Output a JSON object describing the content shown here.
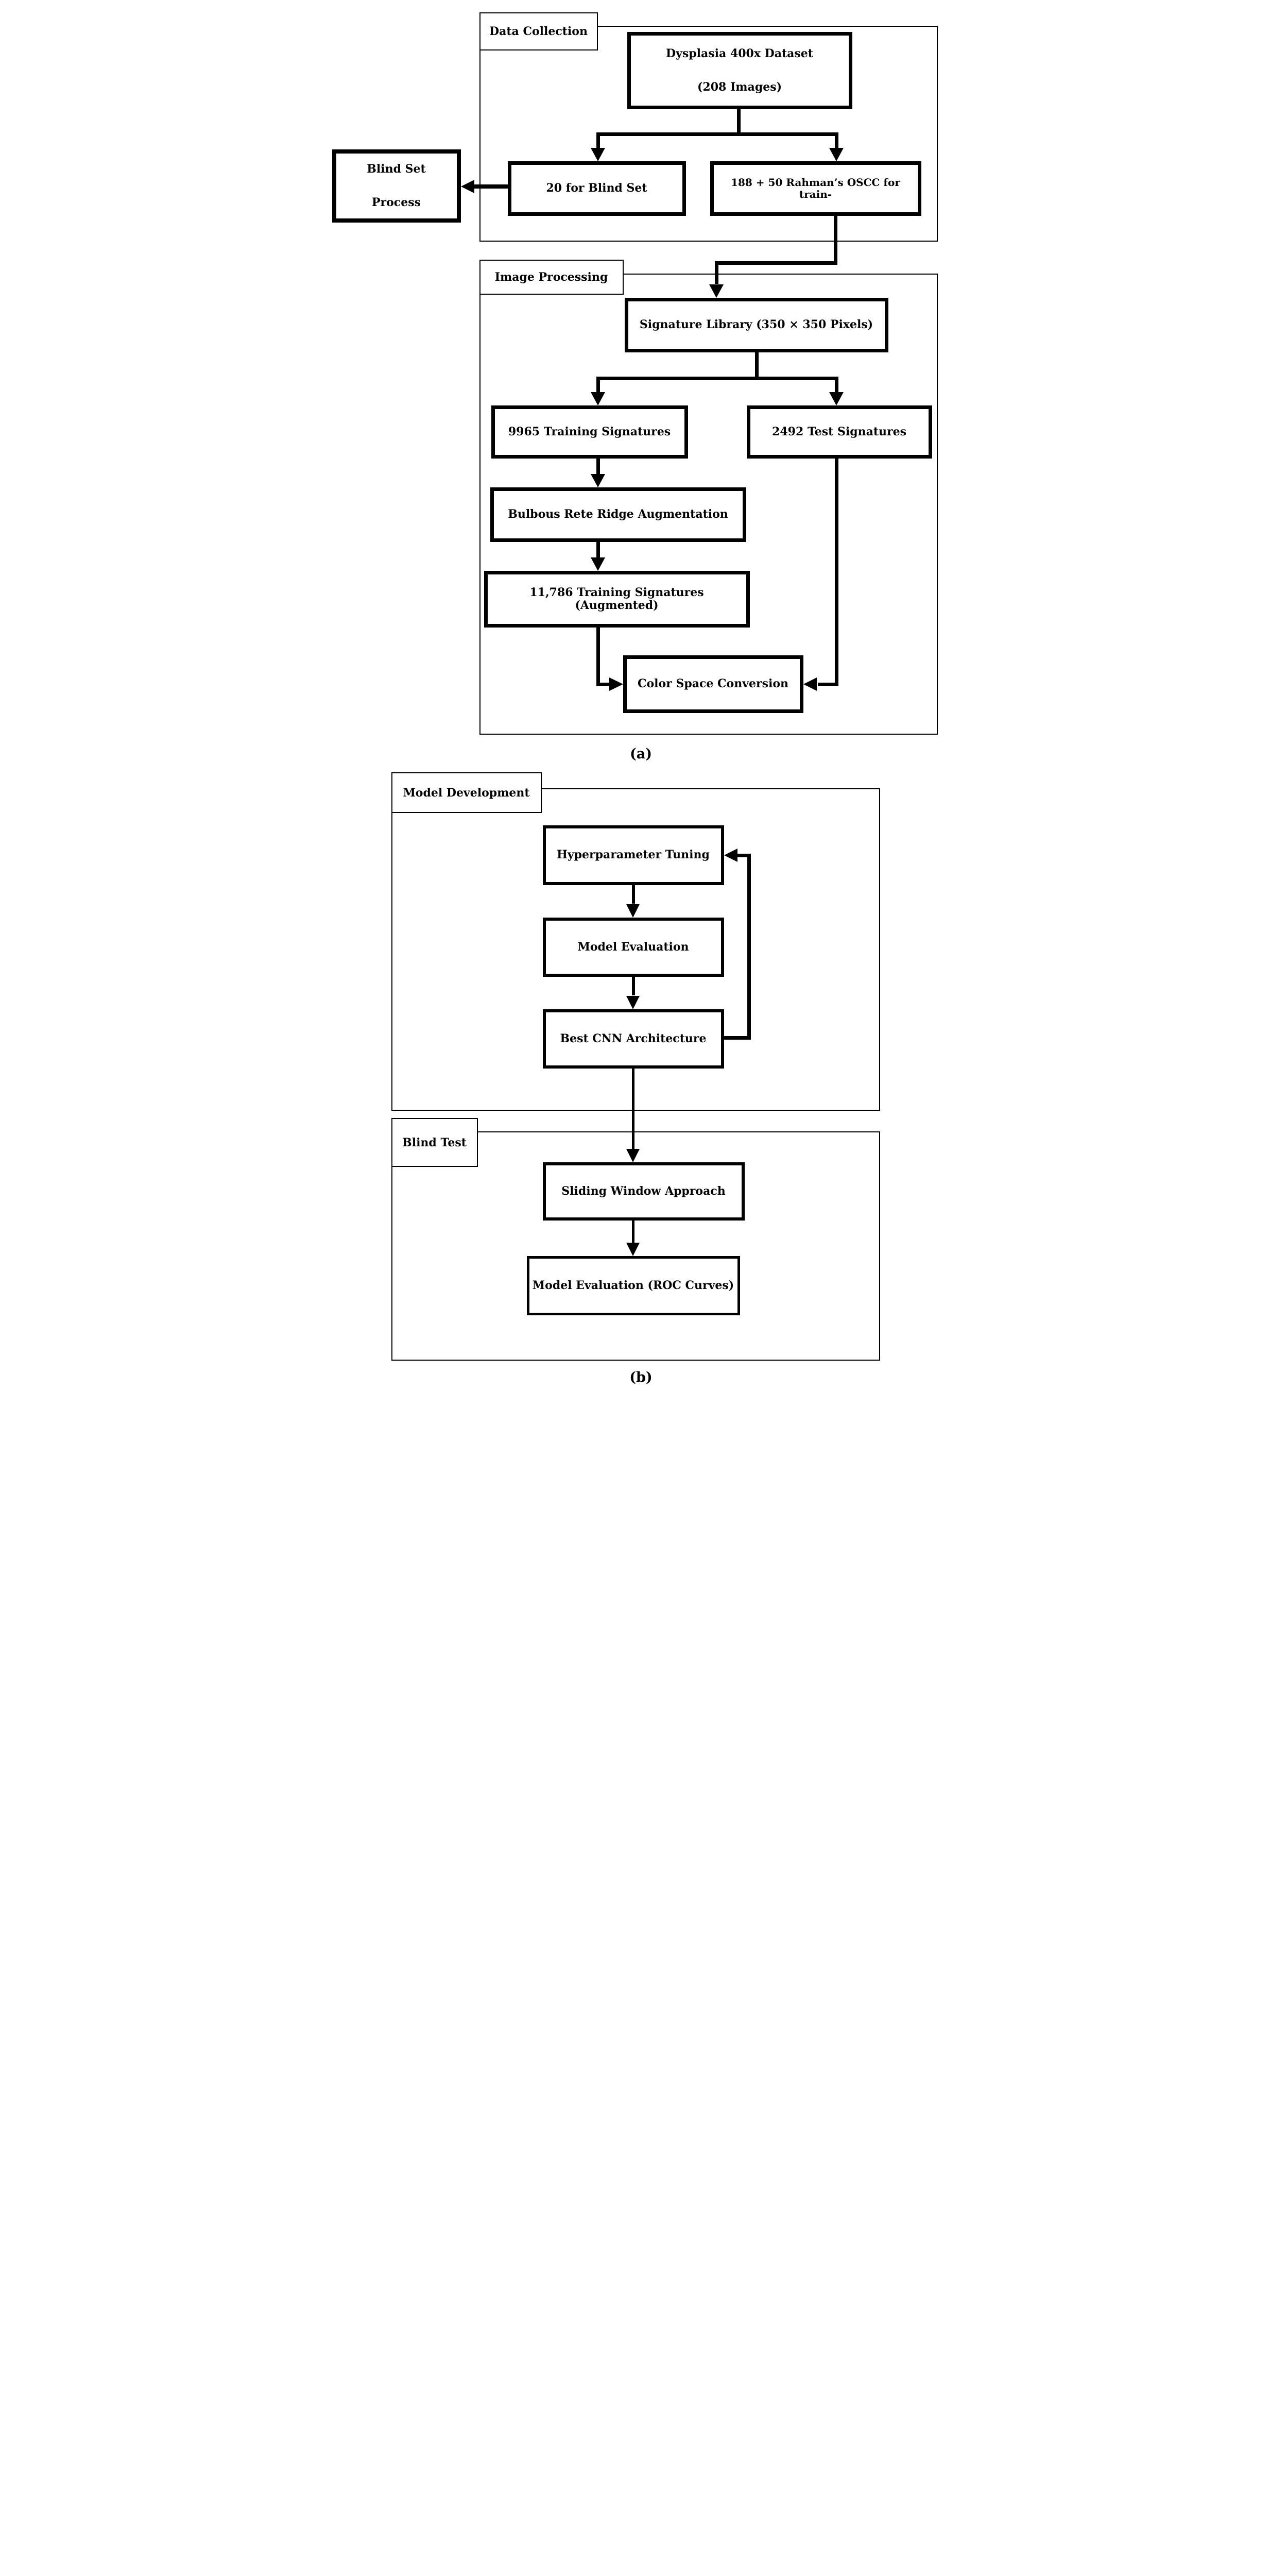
{
  "colors": {
    "ink": "#000000",
    "paper": "#ffffff"
  },
  "captions": {
    "a": "(a)",
    "b": "(b)"
  },
  "part_a": {
    "containers": {
      "data_collection": "Data Collection",
      "image_processing": "Image Processing"
    },
    "boxes": {
      "dataset_line1": "Dysplasia 400x Dataset",
      "dataset_line2": "(208 Images)",
      "blind_set": "20 for Blind Set",
      "train_set": "188 + 50 Rahman’s OSCC for train-",
      "blind_process_line1": "Blind Set",
      "blind_process_line2": "Process",
      "signature_library": "Signature Library (350 × 350 Pixels)",
      "training_signatures": "9965 Training Signatures",
      "test_signatures": "2492 Test Signatures",
      "augmentation": "Bulbous Rete Ridge Augmentation",
      "augmented_signatures": "11,786 Training Signatures (Augmented)",
      "color_space": "Color Space Conversion"
    }
  },
  "part_b": {
    "containers": {
      "model_development": "Model Development",
      "blind_test": "Blind Test"
    },
    "boxes": {
      "hyperparameter_tuning": "Hyperparameter Tuning",
      "model_evaluation": "Model Evaluation",
      "best_cnn": "Best CNN Architecture",
      "sliding_window": "Sliding Window Approach",
      "roc_evaluation": "Model Evaluation (ROC Curves)"
    }
  }
}
